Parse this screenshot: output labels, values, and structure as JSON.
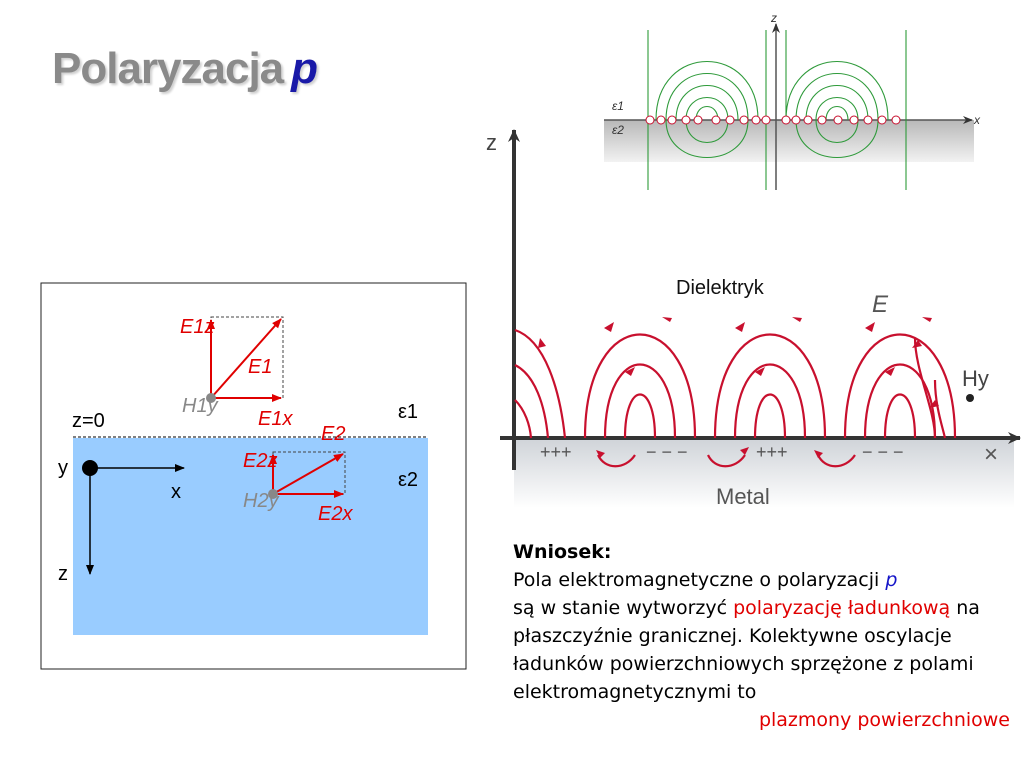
{
  "title": {
    "main": "Polaryzacja",
    "italic": "p"
  },
  "left_diagram": {
    "z0_label": "z=0",
    "eps1": "ε1",
    "eps2": "ε2",
    "axis_y": "y",
    "axis_x": "x",
    "axis_z": "z",
    "upper": {
      "E_z": "E1z",
      "E": "E1",
      "H": "H1y",
      "E_x": "E1x"
    },
    "lower": {
      "E_z": "E2z",
      "E": "E2",
      "H": "H2y",
      "E_x": "E2x"
    }
  },
  "top_right_diagram": {
    "axis_z": "z",
    "axis_x": "x",
    "eps1": "ε1",
    "eps2": "ε2"
  },
  "plasmon_diagram": {
    "axis_z": "z",
    "dielectric": "Dielektryk",
    "field": "E",
    "h_label": "Hy",
    "metal": "Metal",
    "axis_x": "×",
    "charges": [
      "+++",
      "− − −",
      "+++",
      "− − −"
    ]
  },
  "conclusion": {
    "heading": "Wniosek:",
    "line1": "Pola elektromagnetyczne o polaryzacji ",
    "p": "p",
    "line2a": "są w stanie wytworzyć ",
    "red1": "polaryzację ładunkową",
    "line2b": " na płaszczyźnie granicznej.",
    "line3": "Kolektywne oscylacje ładunków powierzchniowych sprzężone z polami elektromagnetycznymi to",
    "final": "plazmony powierzchniowe"
  },
  "colors": {
    "field_red": "#d00000",
    "medium_blue": "#99ccff",
    "title_gray": "#8a8a8a",
    "plasmon_red": "#c8102e",
    "green_lines": "#2e9a3a"
  }
}
